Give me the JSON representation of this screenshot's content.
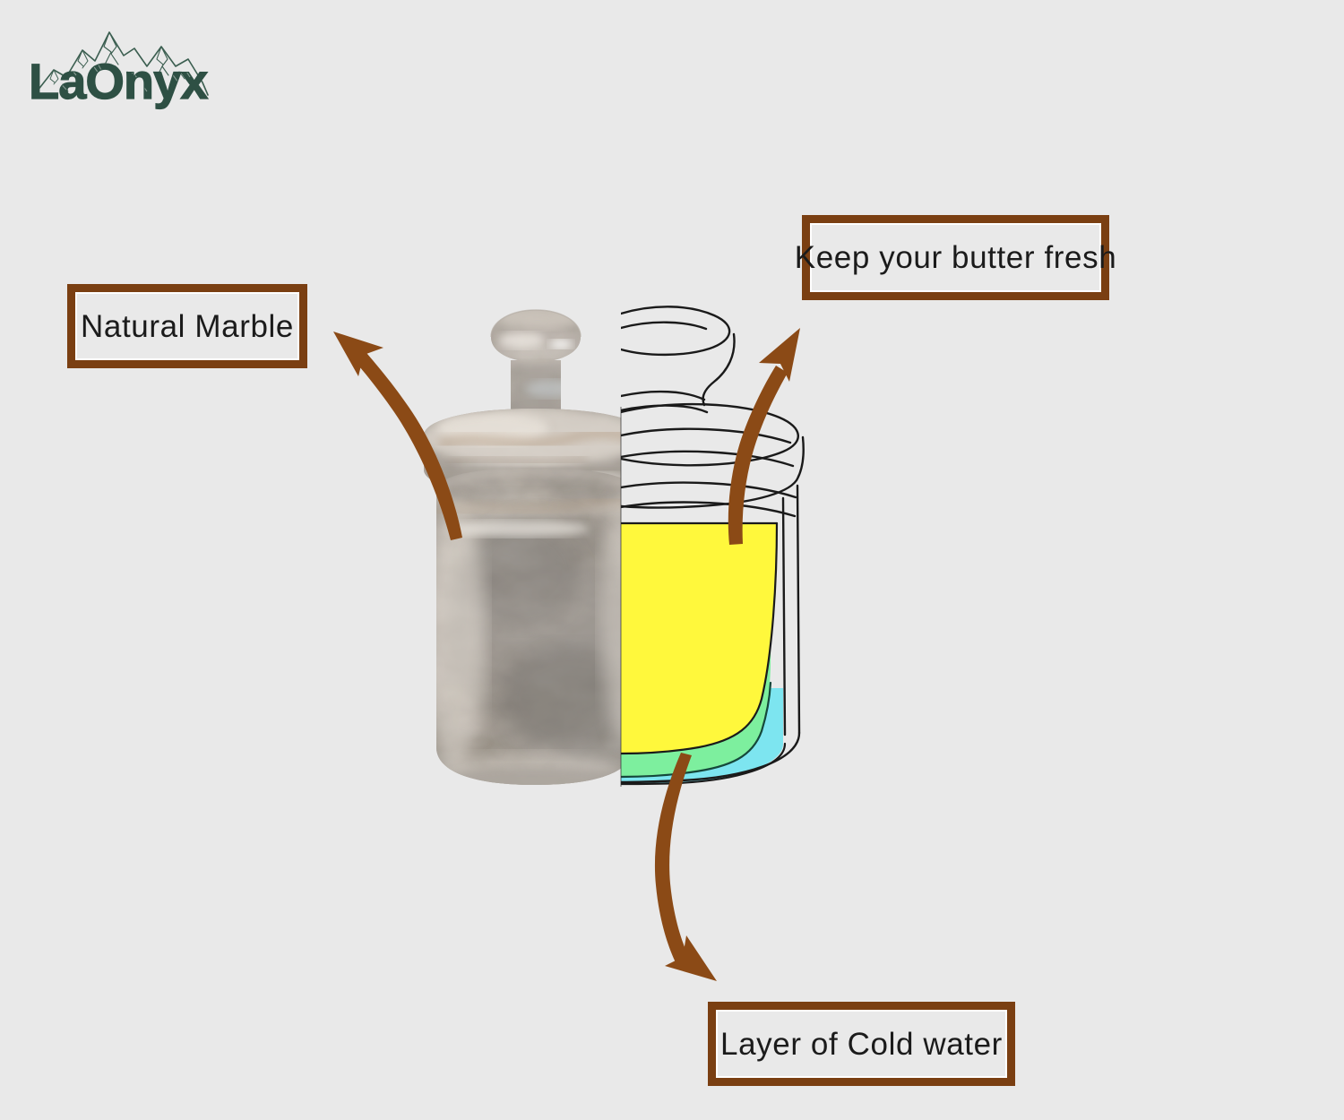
{
  "brand": {
    "name": "LaOnyx",
    "logo_icon": "mountain-range-icon",
    "wordmark_color": "#2e5044",
    "mountain_color": "#3b5e50"
  },
  "background_color": "#e9e9e9",
  "callouts": [
    {
      "id": "natural-marble",
      "label": "Natural Marble",
      "border_color": "#7a3f12",
      "text_color": "#1b1b1b"
    },
    {
      "id": "keep-butter-fresh",
      "label": "Keep your butter fresh",
      "border_color": "#7a3f12",
      "text_color": "#1b1b1b"
    },
    {
      "id": "layer-of-cold-water",
      "label": "Layer of Cold water",
      "border_color": "#7a3f12",
      "text_color": "#1b1b1b"
    }
  ],
  "arrows": [
    {
      "id": "arrow-to-marble",
      "points_to": "natural-marble",
      "color": "#8b4a16",
      "direction": "up-left"
    },
    {
      "id": "arrow-to-fresh",
      "points_to": "keep-butter-fresh",
      "color": "#8b4a16",
      "direction": "up-right"
    },
    {
      "id": "arrow-to-water",
      "points_to": "layer-of-cold-water",
      "color": "#8b4a16",
      "direction": "down-right"
    }
  ],
  "product": {
    "name": "marble-butter-dish",
    "left_half": "natural marble photograph",
    "right_half": "line-drawing cross-section",
    "layers": [
      {
        "name": "butter",
        "color": "#fff83c"
      },
      {
        "name": "butter-water-boundary",
        "color": "#7def9e"
      },
      {
        "name": "cold-water",
        "color": "#7de5f0"
      }
    ],
    "outline_color": "#1a1a1a",
    "marble_colors": {
      "light": "#d9d3cb",
      "mid": "#a9a39c",
      "dark": "#6f6a66",
      "warm": "#c3b5a4"
    }
  }
}
